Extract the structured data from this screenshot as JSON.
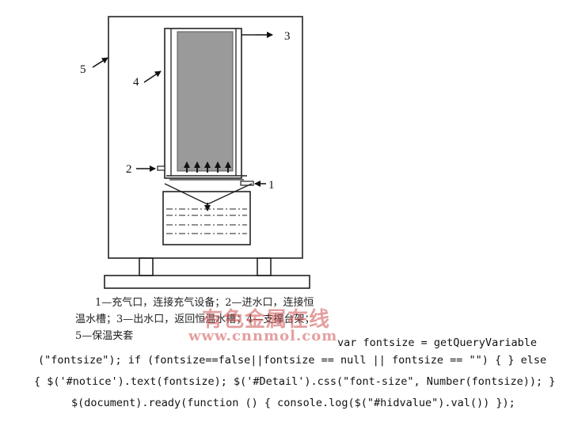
{
  "figure": {
    "labels": {
      "l1": "1",
      "l2": "2",
      "l3": "3",
      "l4": "4",
      "l5": "5"
    }
  },
  "caption": {
    "line1": "1—充气口，连接充气设备；2—进水口，连接恒",
    "line2": "温水槽；3—出水口，返回恒温水槽；4—支撑台架；",
    "line3": "5—保温夹套"
  },
  "watermark": {
    "name": "有色金属在线",
    "url": "www.cnnmol.com"
  },
  "code": {
    "line1": "var fontsize = getQueryVariable",
    "line2": "(\"fontsize\"); if (fontsize==false||fontsize == null || fontsize == \"\") { } else",
    "line3": "{ $('#notice').text(fontsize); $('#Detail').css(\"font-size\", Number(fontsize)); }",
    "line4": "$(document).ready(function () { console.log($(\"#hidvalue\").val()) });"
  }
}
